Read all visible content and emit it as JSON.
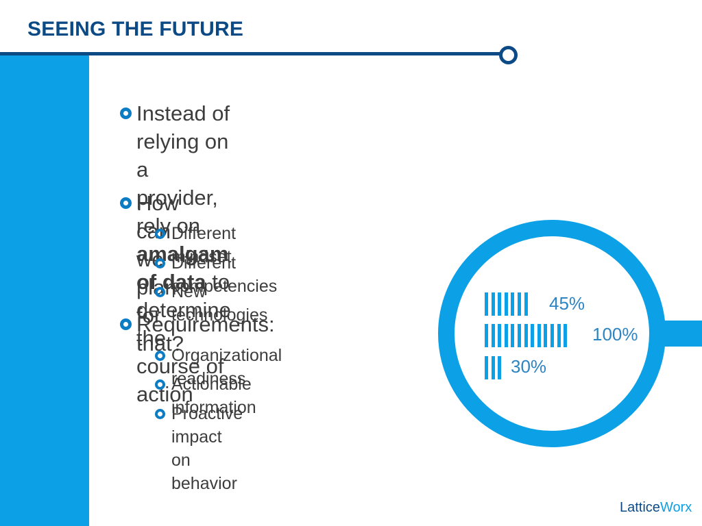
{
  "slide": {
    "title": "SEEING THE FUTURE"
  },
  "bullets": {
    "b1_line1": "Instead of relying on a provider,",
    "b1_line2_pre": "rely on ",
    "b1_line2_bold": "amalgam of data",
    "b1_line2_post": " to",
    "b1_line3": "determine the course of action",
    "b2": "How can we plan for that?",
    "b2_sub": [
      "Different mindset",
      "Different competencies",
      "New technologies"
    ],
    "b3": "Requirements:",
    "b3_sub": [
      "Organizational readiness",
      "Actionable information",
      "Proactive impact on behavior"
    ]
  },
  "graphic": {
    "stats": [
      {
        "label": "45%",
        "value": 45,
        "bars": 7
      },
      {
        "label": "100%",
        "value": 100,
        "bars": 13
      },
      {
        "label": "30%",
        "value": 30,
        "bars": 3
      }
    ]
  },
  "logo": {
    "text_a": "Lattice",
    "text_b": "Worx"
  },
  "colors": {
    "title": "#0c4a86",
    "accent": "#0ca0e6",
    "text": "#3d3d3d"
  }
}
